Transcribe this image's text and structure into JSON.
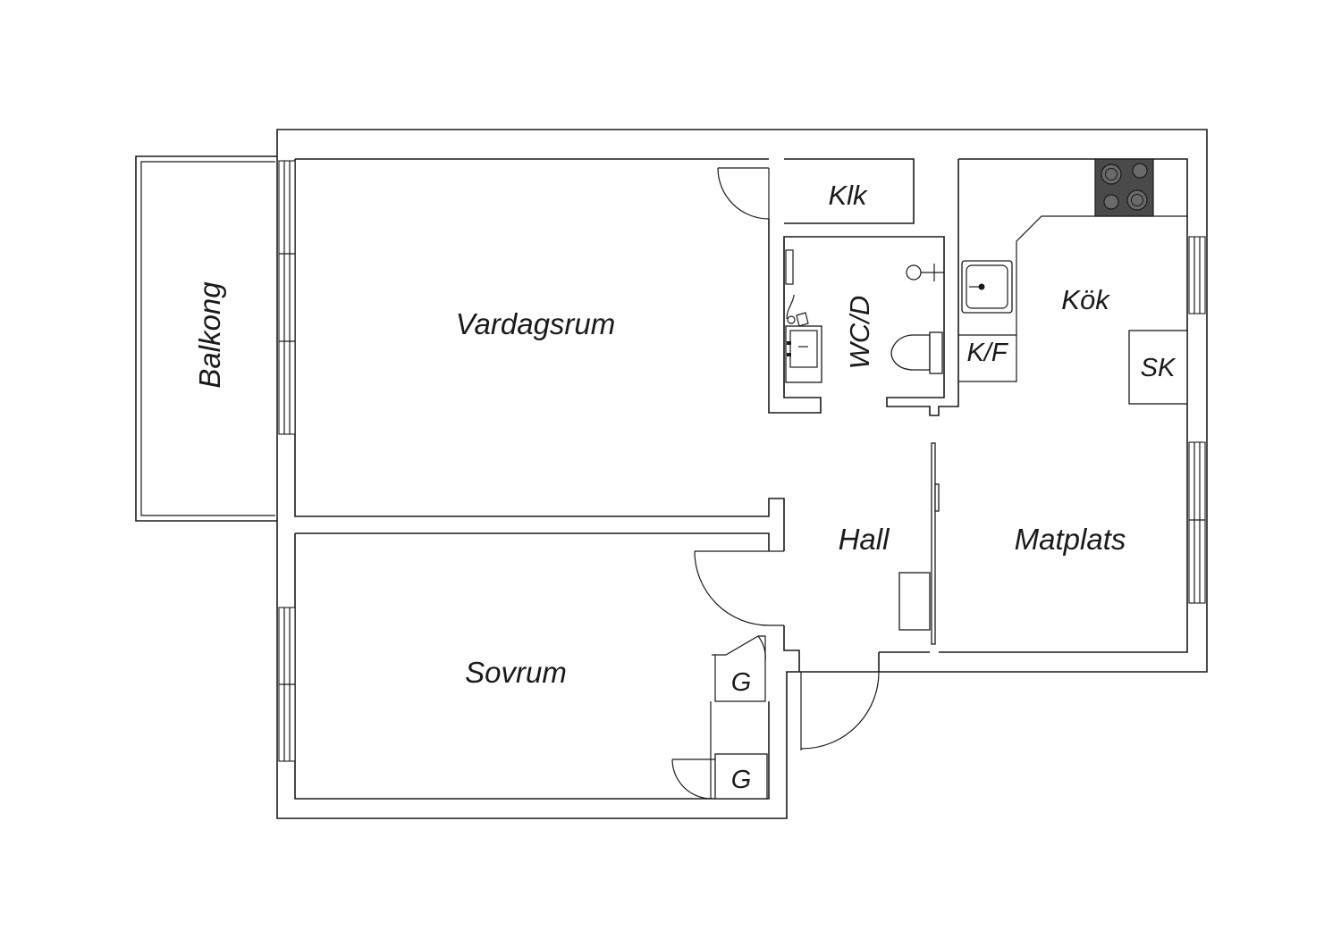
{
  "rooms": {
    "balkong": "Balkong",
    "vardagsrum": "Vardagsrum",
    "klk": "Klk",
    "wcd": "WC/D",
    "kok": "Kök",
    "kf": "K/F",
    "sk": "SK",
    "hall": "Hall",
    "matplats": "Matplats",
    "sovrum": "Sovrum",
    "g1": "G",
    "g2": "G"
  },
  "colors": {
    "line": "#1a1a1a",
    "stove": "#4a4a4a",
    "background": "#ffffff"
  },
  "icons": [
    "stove-icon",
    "kitchen-sink-icon",
    "toilet-icon",
    "washbasin-icon",
    "shower-icon"
  ]
}
